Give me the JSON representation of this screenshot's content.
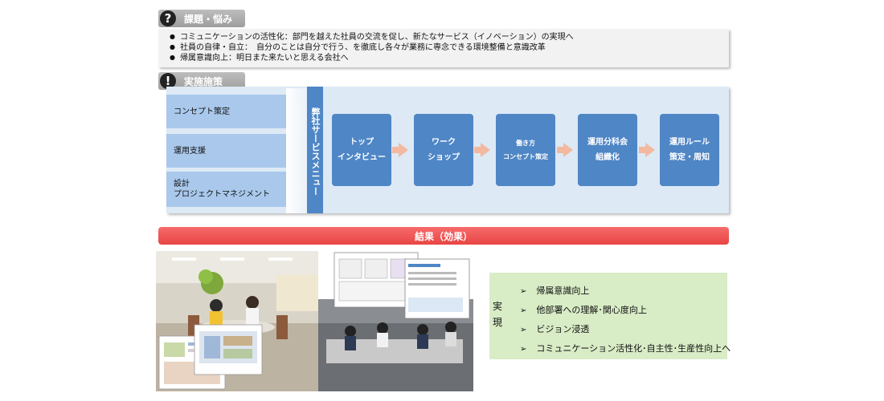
{
  "issues": {
    "badge": "?",
    "title": "課題・悩み",
    "items": [
      "コミュニケーションの活性化：部門を越えた社員の交流を促し、新たなサービス（イノベーション）の実現へ",
      "社員の自律・自立：　自分のことは自分で行う、を徹底し各々が業務に専念できる環境整備と意識改革",
      "帰属意識向上：明日また来たいと思える会社へ"
    ]
  },
  "implementation": {
    "badge": "!",
    "title": "実施施策",
    "left_items": [
      [
        "コンセプト策定"
      ],
      [
        "運用支援"
      ],
      [
        "設計",
        "プロジェクトマネジメント"
      ]
    ],
    "menu_label": "弊社サービスメニュー",
    "steps": [
      [
        "トップ",
        "インタビュー"
      ],
      [
        "ワーク",
        "ショップ"
      ],
      [
        "働き方",
        "コンセプト策定"
      ],
      [
        "運用分科会",
        "組織化"
      ],
      [
        "運用ルール",
        "策定・周知"
      ]
    ]
  },
  "results": {
    "title": "結果（効果）",
    "realized_label": [
      "実",
      "現"
    ],
    "realized_items": [
      "帰属意識向上",
      "他部署への理解･関心度向上",
      "ビジョン浸透",
      "コミュニケーション活性化･自主性･生産性向上へ"
    ]
  },
  "colors": {
    "step_blue": "#4f86c6",
    "left_blue": "#a9c8ec",
    "panel_blue": "#dde9f5",
    "results_red": "#e84545",
    "realized_green": "#d8ecc6",
    "arrow_orange": "#f2b9a0"
  }
}
